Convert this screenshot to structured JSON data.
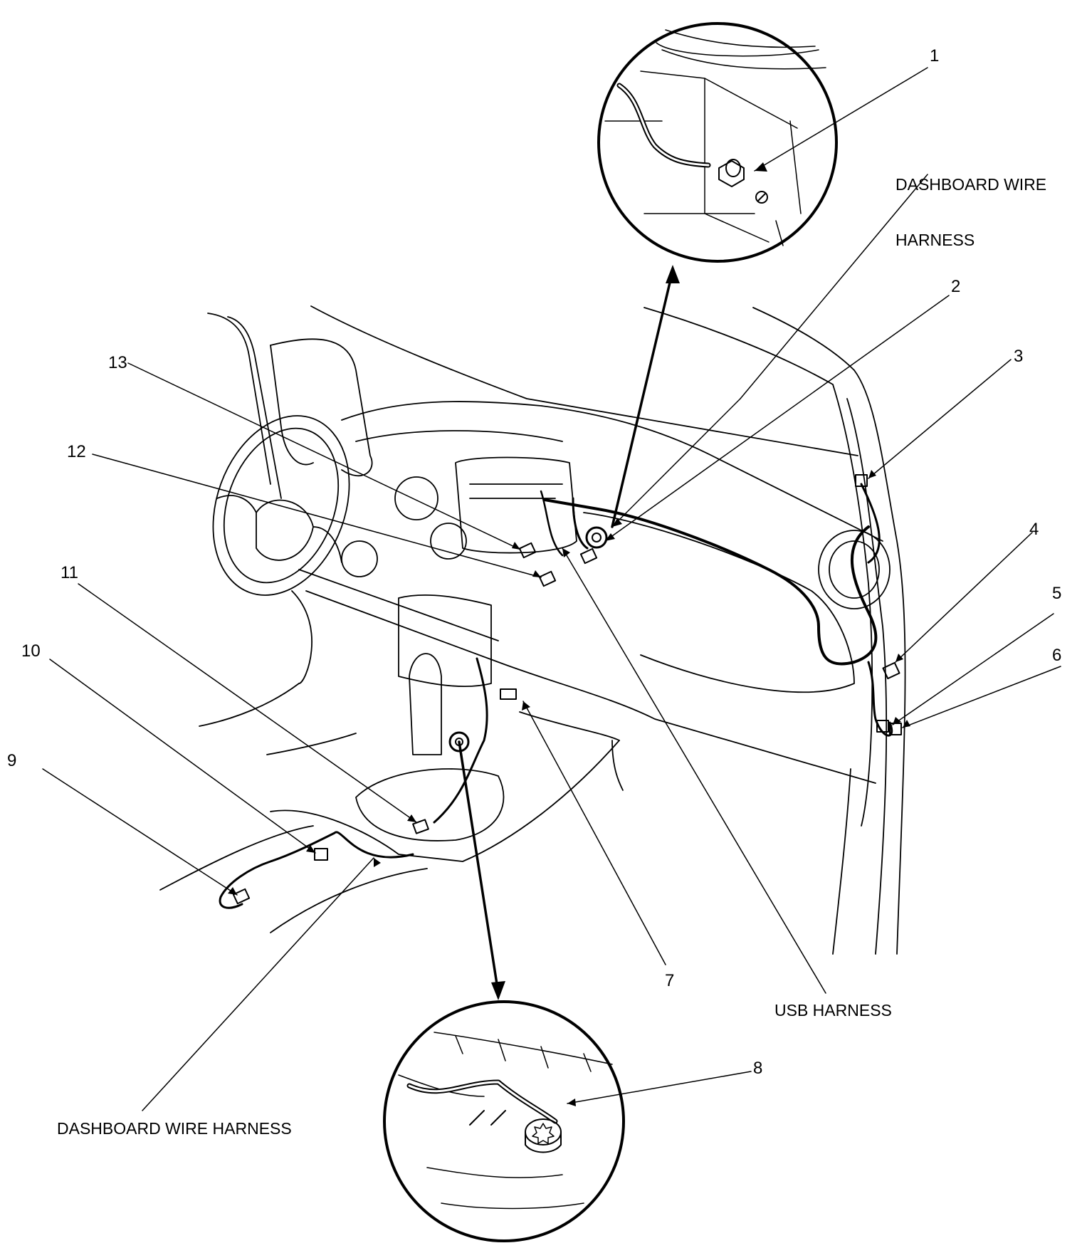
{
  "callouts": [
    "1",
    "2",
    "3",
    "4",
    "5",
    "6",
    "7",
    "8",
    "9",
    "10",
    "11",
    "12",
    "13"
  ],
  "labels": {
    "dashboard_wire_harness_top_line1": "DASHBOARD WIRE",
    "dashboard_wire_harness_top_line2": "HARNESS",
    "usb_harness": "USB HARNESS",
    "dashboard_wire_harness_bottom": "DASHBOARD WIRE HARNESS"
  },
  "colors": {
    "ink": "#000000",
    "background": "#ffffff"
  }
}
